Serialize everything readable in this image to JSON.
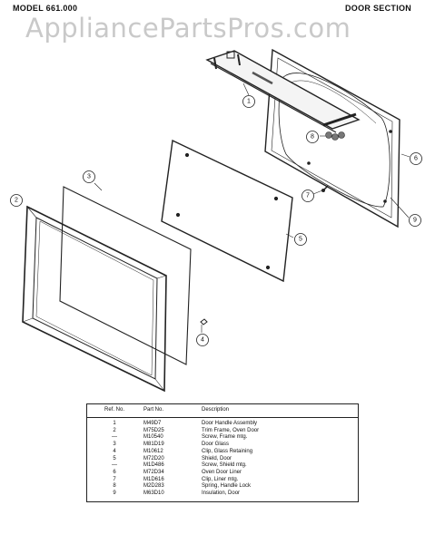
{
  "header": {
    "model": "MODEL 661.000",
    "section": "DOOR SECTION"
  },
  "watermark": "AppliancePartsPros.com",
  "callouts": [
    "1",
    "2",
    "3",
    "4",
    "5",
    "6",
    "7",
    "8",
    "9"
  ],
  "parts_table": {
    "columns": {
      "ref": "Ref. No.",
      "part": "Part No.",
      "description": "Description"
    },
    "rows": [
      {
        "ref": "1",
        "part": "M49D7",
        "description": "Door Handle Assembly"
      },
      {
        "ref": "2",
        "part": "M75D25",
        "description": "Trim Frame, Oven Door"
      },
      {
        "ref": "—",
        "part": "M10540",
        "description": "Screw, Frame mtg."
      },
      {
        "ref": "3",
        "part": "M81D19",
        "description": "Door Glass"
      },
      {
        "ref": "4",
        "part": "M10612",
        "description": "Clip, Glass Retaining"
      },
      {
        "ref": "5",
        "part": "M72D20",
        "description": "Shield, Door"
      },
      {
        "ref": "—",
        "part": "M1D486",
        "description": "Screw, Shield mtg."
      },
      {
        "ref": "6",
        "part": "M72D34",
        "description": "Oven Door Liner"
      },
      {
        "ref": "7",
        "part": "M1D616",
        "description": "Clip, Liner mtg."
      },
      {
        "ref": "8",
        "part": "M2D283",
        "description": "Spring, Handle Lock"
      },
      {
        "ref": "9",
        "part": "M63D10",
        "description": "Insulation, Door"
      }
    ]
  }
}
